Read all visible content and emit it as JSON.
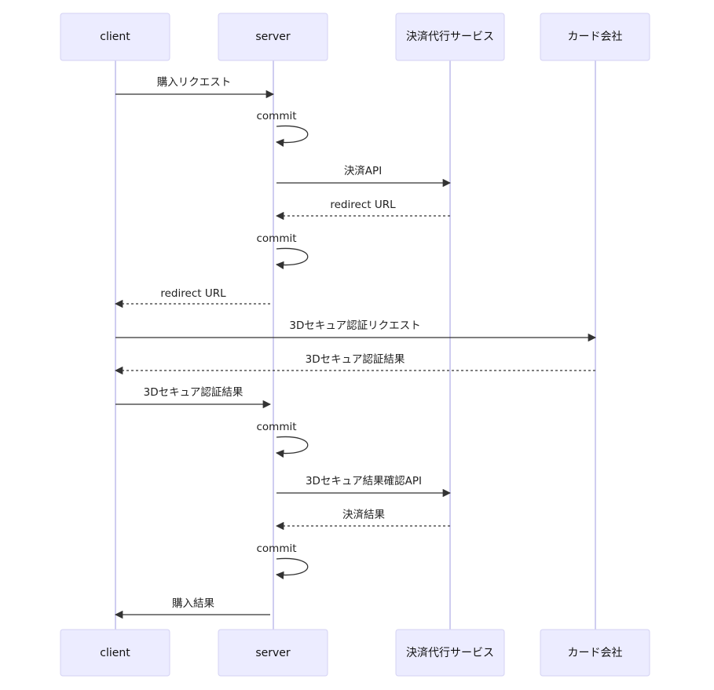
{
  "participants": [
    {
      "id": "client",
      "label": "client"
    },
    {
      "id": "server",
      "label": "server"
    },
    {
      "id": "payment",
      "label": "決済代行サービス"
    },
    {
      "id": "card",
      "label": "カード会社"
    }
  ],
  "messages": [
    {
      "from": "client",
      "to": "server",
      "label": "購入リクエスト",
      "style": "solid"
    },
    {
      "from": "server",
      "to": "server",
      "label": "commit",
      "style": "solid"
    },
    {
      "from": "server",
      "to": "payment",
      "label": "決済API",
      "style": "solid"
    },
    {
      "from": "payment",
      "to": "server",
      "label": "redirect URL",
      "style": "dashed"
    },
    {
      "from": "server",
      "to": "server",
      "label": "commit",
      "style": "solid"
    },
    {
      "from": "server",
      "to": "client",
      "label": "redirect URL",
      "style": "dashed"
    },
    {
      "from": "client",
      "to": "card",
      "label": "3Dセキュア認証リクエスト",
      "style": "solid"
    },
    {
      "from": "card",
      "to": "client",
      "label": "3Dセキュア認証結果",
      "style": "dashed"
    },
    {
      "from": "client",
      "to": "server",
      "label": "3Dセキュア認証結果",
      "style": "solid"
    },
    {
      "from": "server",
      "to": "server",
      "label": "commit",
      "style": "solid"
    },
    {
      "from": "server",
      "to": "payment",
      "label": "3Dセキュア結果確認API",
      "style": "solid"
    },
    {
      "from": "payment",
      "to": "server",
      "label": "決済結果",
      "style": "dashed"
    },
    {
      "from": "server",
      "to": "server",
      "label": "commit",
      "style": "solid"
    },
    {
      "from": "server",
      "to": "client",
      "label": "購入結果",
      "style": "solid"
    }
  ]
}
